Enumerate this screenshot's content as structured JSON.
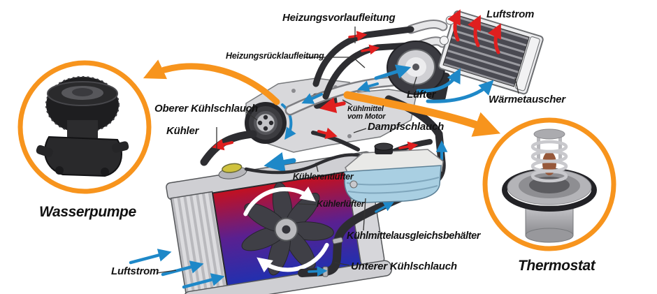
{
  "diagram": {
    "subject": "Fahrzeug-Kühlsystem",
    "labels": {
      "heizungsvorlaufleitung": "Heizungsvorlaufleitung",
      "heizungsruecklaufleitung": "Heizungsrücklaufleitung",
      "luftstrom_top": "Luftstrom",
      "waermetauscher": "Wärmetauscher",
      "luefter": "Lüfter",
      "oberer_kuehlschlauch": "Oberer Kühlschlauch",
      "kuehler": "Kühler",
      "kuehlmittel_vom_motor_line1": "Kühlmittel",
      "kuehlmittel_vom_motor_line2": "vom Motor",
      "dampfschlauch": "Dampfschlauch",
      "kuehlerentluefter": "Kühlerentlüfter",
      "kuehlerluefter": "Kühlerlüfter",
      "kuehlmittelausgleichsbehaelter": "Kühlmittelausgleichsbehälter",
      "unterer_kuehlschlauch": "Unterer Kühlschlauch",
      "luftstrom_bottom": "Luftstrom"
    },
    "insets": {
      "left_caption": "Wasserpumpe",
      "right_caption": "Thermostat"
    },
    "airflow": {
      "top_red_arrow_count": 3,
      "bottom_blue_arrow_count": 3
    },
    "colors": {
      "accent_orange": "#F7941D",
      "arrow_blue": "#1E88C8",
      "arrow_red": "#E01F1F",
      "hose_black": "#2D2D31",
      "tank_blue": "#A9CFE2",
      "radiator_hot": "#C31020",
      "radiator_cold": "#2030B0",
      "label_text": "#121212"
    }
  }
}
